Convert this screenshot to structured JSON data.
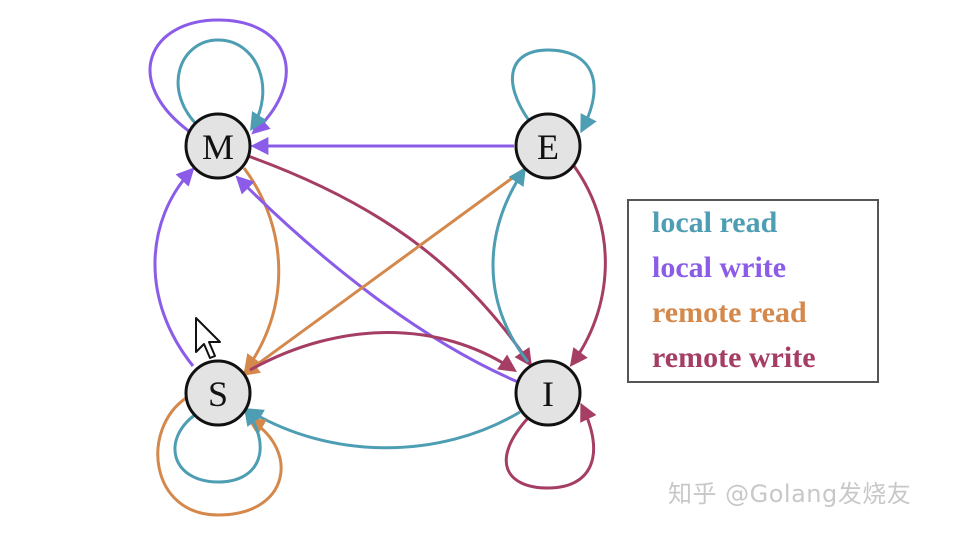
{
  "colors": {
    "local_read": "#4d9db3",
    "local_write": "#8b5ce8",
    "remote_read": "#d4884b",
    "remote_write": "#a53d64"
  },
  "nodes": {
    "M": "M",
    "E": "E",
    "S": "S",
    "I": "I"
  },
  "legend": {
    "items": [
      {
        "label": "local read",
        "color": "#4d9db3"
      },
      {
        "label": "local write",
        "color": "#8b5ce8"
      },
      {
        "label": "remote read",
        "color": "#d4884b"
      },
      {
        "label": "remote write",
        "color": "#a53d64"
      }
    ]
  },
  "watermark": "知乎 @Golang发烧友",
  "cursor_icon": "arrow-cursor-icon"
}
